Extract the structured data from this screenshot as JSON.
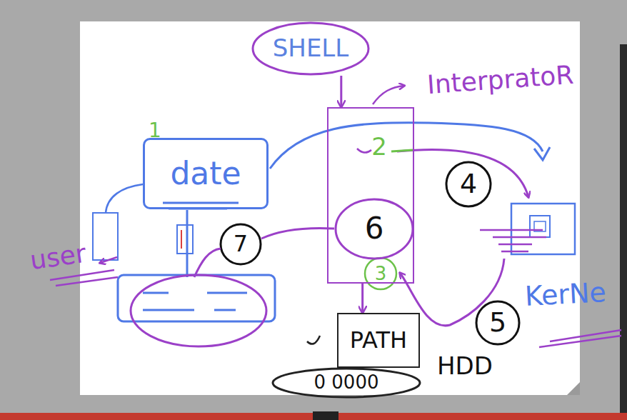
{
  "diagram": {
    "nodes": [
      {
        "text": [
          "SHELL"
        ]
      },
      {
        "text": [
          "date"
        ]
      },
      {
        "text": [
          "2"
        ]
      },
      {
        "text": [
          "6"
        ],
        "in": 2
      },
      {
        "text": [
          "PATH"
        ]
      },
      {
        "text": [
          "0 0000"
        ]
      }
    ],
    "edges": [
      {
        "from": 0,
        "to": 2,
        "arrow": "to"
      },
      {
        "from": 2,
        "to": 4,
        "arrow": "to"
      }
    ],
    "labels": [
      "InterpratoR",
      "1",
      "3",
      "4",
      "5",
      "7",
      "user",
      "KerNe",
      "HDD"
    ]
  }
}
